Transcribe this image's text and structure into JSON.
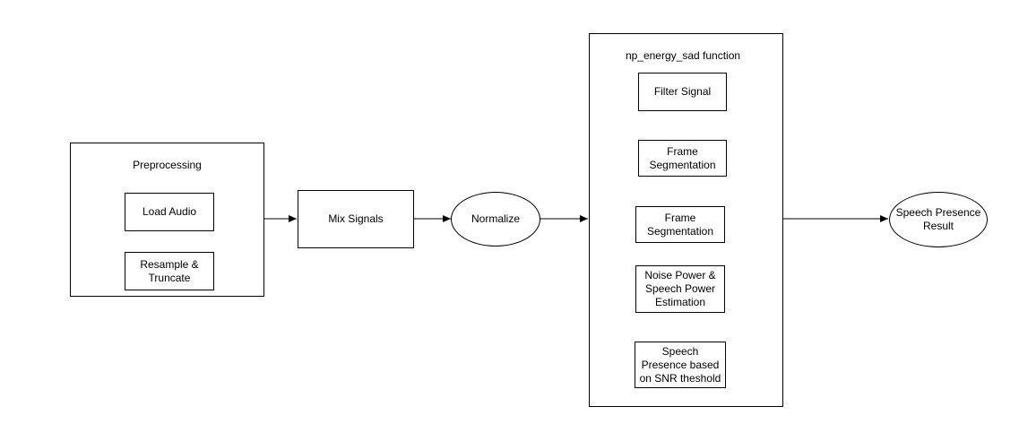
{
  "preprocessing": {
    "title": "Preprocessing",
    "load_audio": "Load Audio",
    "resample_line1": "Resample &",
    "resample_line2": "Truncate"
  },
  "mix_signals": "Mix Signals",
  "normalize": "Normalize",
  "sad_function": {
    "title": "np_energy_sad function",
    "filter_signal": "Filter Signal",
    "frame_seg_1_line1": "Frame",
    "frame_seg_1_line2": "Segmentation",
    "frame_seg_2_line1": "Frame",
    "frame_seg_2_line2": "Segmentation",
    "noise_line1": "Noise Power &",
    "noise_line2": "Speech Power",
    "noise_line3": "Estimation",
    "presence_line1": "Speech",
    "presence_line2": "Presence based",
    "presence_line3": "on SNR theshold"
  },
  "result": {
    "line1": "Speech Presence",
    "line2": "Result"
  },
  "colors": {
    "stroke": "#000000",
    "background": "#ffffff"
  }
}
